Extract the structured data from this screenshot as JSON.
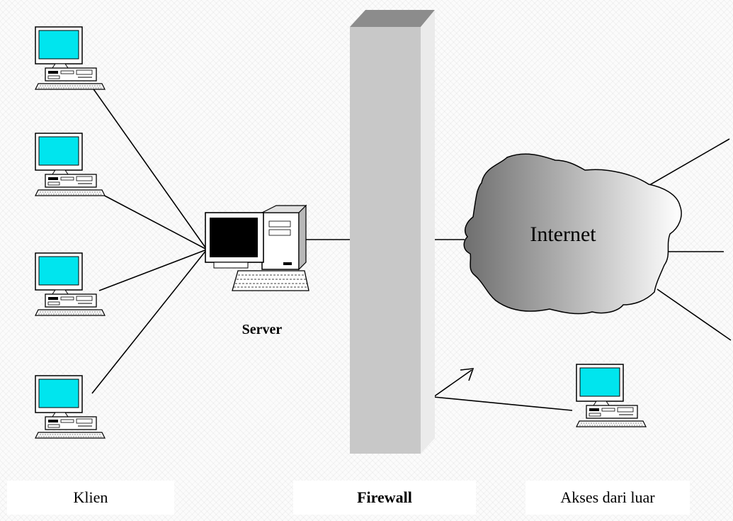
{
  "labels": {
    "server": "Server",
    "internet": "Internet",
    "clients_caption": "Klien",
    "firewall_caption": "Firewall",
    "outside_caption": "Akses dari luar"
  },
  "colors": {
    "screen": "#00e5ee",
    "wall_front": "#c8c8c8",
    "wall_top": "#8c8c8c",
    "wall_side": "#ebebeb",
    "cloud_dark": "#6e6e6e",
    "cloud_light": "#ffffff"
  }
}
